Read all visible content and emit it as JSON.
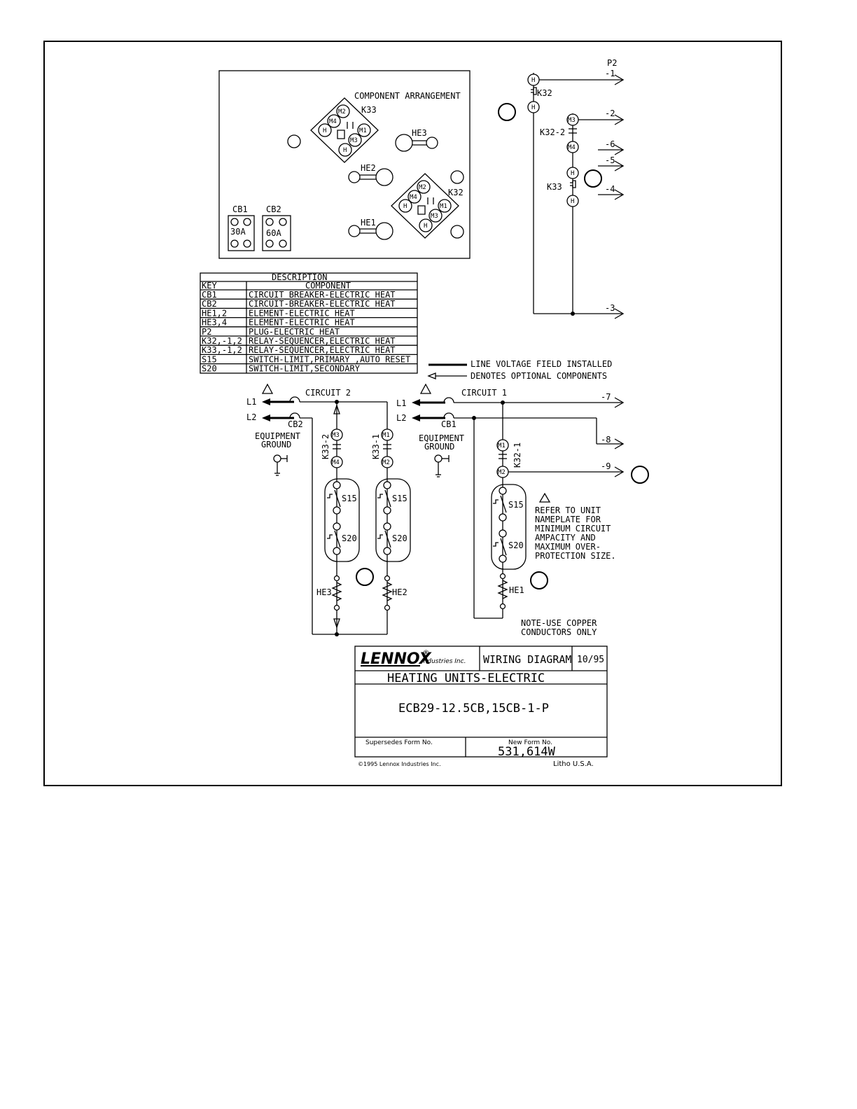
{
  "component_arrangement": {
    "title": "COMPONENT ARRANGEMENT",
    "relay_k33": "K33",
    "relay_k32": "K32",
    "pins": {
      "m1": "M1",
      "m2": "M2",
      "m3": "M3",
      "m4": "M4",
      "h": "H"
    },
    "elements": {
      "he1": "HE1",
      "he2": "HE2",
      "he3": "HE3"
    },
    "breakers": {
      "cb1": "CB1",
      "cb1_rating": "30A",
      "cb2": "CB2",
      "cb2_rating": "60A"
    }
  },
  "description_table": {
    "title": "DESCRIPTION",
    "col_key": "KEY",
    "col_component": "COMPONENT",
    "rows": [
      {
        "key": "CB1",
        "component": "CIRCUIT BREAKER-ELECTRIC HEAT"
      },
      {
        "key": "CB2",
        "component": "CIRCUIT-BREAKER-ELECTRIC HEAT"
      },
      {
        "key": "HE1,2",
        "component": "ELEMENT-ELECTRIC HEAT"
      },
      {
        "key": "HE3,4",
        "component": "ELEMENT-ELECTRIC HEAT"
      },
      {
        "key": "P2",
        "component": "PLUG-ELECTRIC HEAT"
      },
      {
        "key": "K32,-1,2",
        "component": "RELAY-SEQUENCER,ELECTRIC HEAT"
      },
      {
        "key": "K33,-1,2",
        "component": "RELAY-SEQUENCER,ELECTRIC HEAT"
      },
      {
        "key": "S15",
        "component": "SWITCH-LIMIT,PRIMARY ,AUTO RESET"
      },
      {
        "key": "S20",
        "component": "SWITCH-LIMIT,SECONDARY"
      }
    ]
  },
  "legend": {
    "line_voltage": "LINE VOLTAGE FIELD INSTALLED",
    "optional": "DENOTES OPTIONAL COMPONENTS"
  },
  "plug": {
    "name": "P2",
    "k32": "K32",
    "k32_2": "K32-2",
    "k33": "K33",
    "pins": [
      "-1",
      "-2",
      "-6",
      "-5",
      "-4",
      "-3"
    ]
  },
  "schematic": {
    "circuit1": "CIRCUIT 1",
    "circuit2": "CIRCUIT 2",
    "l1": "L1",
    "l2": "L2",
    "cb1": "CB1",
    "cb2": "CB2",
    "equipment_ground": [
      "EQUIPMENT",
      "GROUND"
    ],
    "k33_2": "K33-2",
    "k33_1": "K33-1",
    "k32_1": "K32-1",
    "s15": "S15",
    "s20": "S20",
    "he1": "HE1",
    "he2": "HE2",
    "he3": "HE3",
    "out_7": "-7",
    "out_8": "-8",
    "out_9": "-9"
  },
  "notes": {
    "refer": [
      "REFER TO UNIT",
      "NAMEPLATE FOR",
      "MINIMUM CIRCUIT",
      "AMPACITY AND",
      "MAXIMUM  OVER-",
      "PROTECTION SIZE."
    ],
    "copper": [
      "NOTE-USE COPPER",
      "CONDUCTORS ONLY"
    ]
  },
  "title_block": {
    "brand": "LENNOX",
    "reg": "®",
    "industries": "Industries Inc.",
    "doc_type": "WIRING DIAGRAM",
    "date": "10/95",
    "subject": "HEATING UNITS-ELECTRIC",
    "model": "ECB29-12.5CB,15CB-1-P",
    "supersedes_label": "Supersedes Form No.",
    "new_form_label": "New Form No.",
    "form_no": "531,614W",
    "copyright": "©1995 Lennox Industries Inc.",
    "litho": "Litho U.S.A."
  }
}
